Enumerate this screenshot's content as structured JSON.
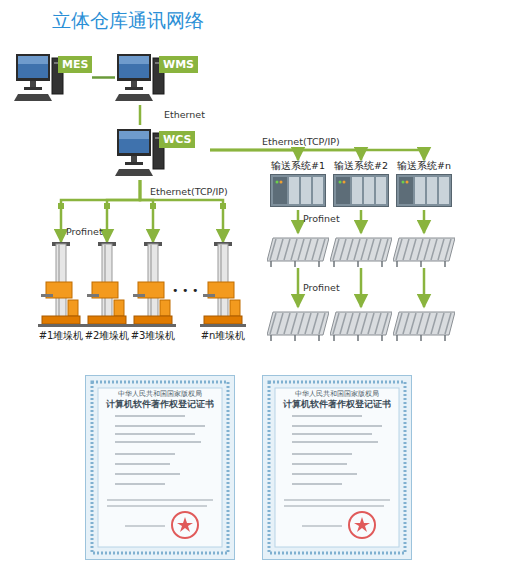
{
  "diagram": {
    "title": "立体仓库通讯网络",
    "nodes": [
      {
        "text": [
          "MES"
        ]
      },
      {
        "text": [
          "WMS"
        ]
      },
      {
        "text": [
          "WCS"
        ]
      },
      {
        "text": [
          "输送系统#1"
        ]
      },
      {
        "text": [
          "输送系统#2"
        ]
      },
      {
        "text": [
          "输送系统#n"
        ]
      },
      {
        "text": [
          "#1堆垛机"
        ]
      },
      {
        "text": [
          "#2堆垛机"
        ]
      },
      {
        "text": [
          "#3堆垛机"
        ]
      },
      {
        "text": [
          "#n堆垛机"
        ]
      }
    ],
    "edges": [
      {
        "from": 0,
        "to": 1,
        "arrow": "none"
      },
      {
        "from": 1,
        "to": 2,
        "label": "Ethernet",
        "arrow": "none"
      },
      {
        "from": 2,
        "to": 3,
        "arrow": "to"
      },
      {
        "from": 2,
        "to": 4,
        "arrow": "to"
      },
      {
        "from": 2,
        "to": 5,
        "arrow": "to"
      },
      {
        "from": 2,
        "to": 6,
        "arrow": "to"
      },
      {
        "from": 2,
        "to": 7,
        "arrow": "to"
      },
      {
        "from": 2,
        "to": 8,
        "arrow": "to"
      },
      {
        "from": 2,
        "to": 9,
        "arrow": "to"
      }
    ],
    "labels": [
      "Ethernet(TCP/IP)",
      "Ethernet(TCP/IP)",
      "Profinet",
      "Profinet",
      "Profinet",
      "• • •",
      "中华人民共和国国家版权局",
      "计算机软件著作权登记证书",
      "中华人民共和国国家版权局",
      "计算机软件著作权登记证书"
    ]
  }
}
